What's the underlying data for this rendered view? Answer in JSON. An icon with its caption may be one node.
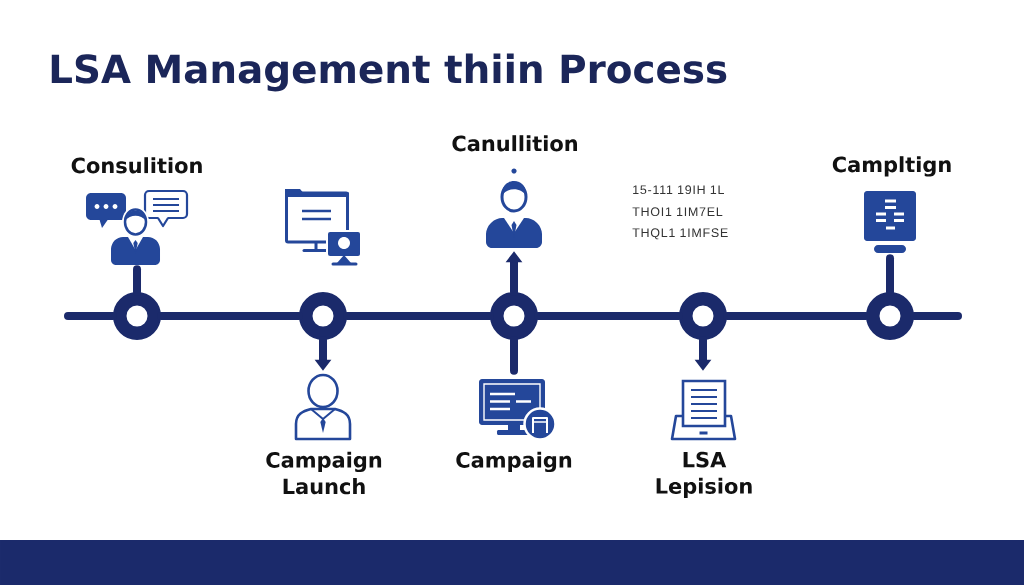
{
  "diagram": {
    "title": "LSA Management thiin Process",
    "nodes": [
      {
        "text": [],
        "shape": "picture",
        "beside": [
          "Consulition"
        ]
      },
      {
        "text": [],
        "shape": "picture"
      },
      {
        "text": [],
        "shape": "picture",
        "beside": [
          "Canullition"
        ]
      },
      {
        "text": [],
        "shape": "picture",
        "beside": [
          "Campltign"
        ]
      },
      {
        "text": [],
        "shape": "circle"
      },
      {
        "text": [],
        "shape": "circle"
      },
      {
        "text": [],
        "shape": "circle"
      },
      {
        "text": [],
        "shape": "circle"
      },
      {
        "text": [],
        "shape": "circle"
      },
      {
        "text": [],
        "shape": "picture",
        "beside": [
          "Campaign Launch"
        ]
      },
      {
        "text": [],
        "shape": "picture",
        "beside": [
          "Campaign"
        ]
      },
      {
        "text": [],
        "shape": "picture",
        "beside": [
          "LSA Lepision"
        ]
      }
    ],
    "edges": [
      {
        "from": null,
        "to": 4,
        "arrow": "none"
      },
      {
        "from": 4,
        "to": 5,
        "arrow": "none"
      },
      {
        "from": 5,
        "to": 6,
        "arrow": "none"
      },
      {
        "from": 6,
        "to": 7,
        "arrow": "none"
      },
      {
        "from": 7,
        "to": 8,
        "arrow": "none"
      },
      {
        "from": 8,
        "to": null,
        "arrow": "none"
      },
      {
        "from": 4,
        "to": 0,
        "arrow": "none"
      },
      {
        "from": 5,
        "to": 9,
        "arrow": "to"
      },
      {
        "from": 6,
        "to": 2,
        "arrow": "to"
      },
      {
        "from": 6,
        "to": 10,
        "arrow": "none"
      },
      {
        "from": 7,
        "to": 11,
        "arrow": "to"
      },
      {
        "from": 8,
        "to": 3,
        "arrow": "none"
      }
    ],
    "labels": [
      "15-111 19IH 1L",
      "THOI1 1IM7EL",
      "THQL1 1IMFSE"
    ]
  }
}
